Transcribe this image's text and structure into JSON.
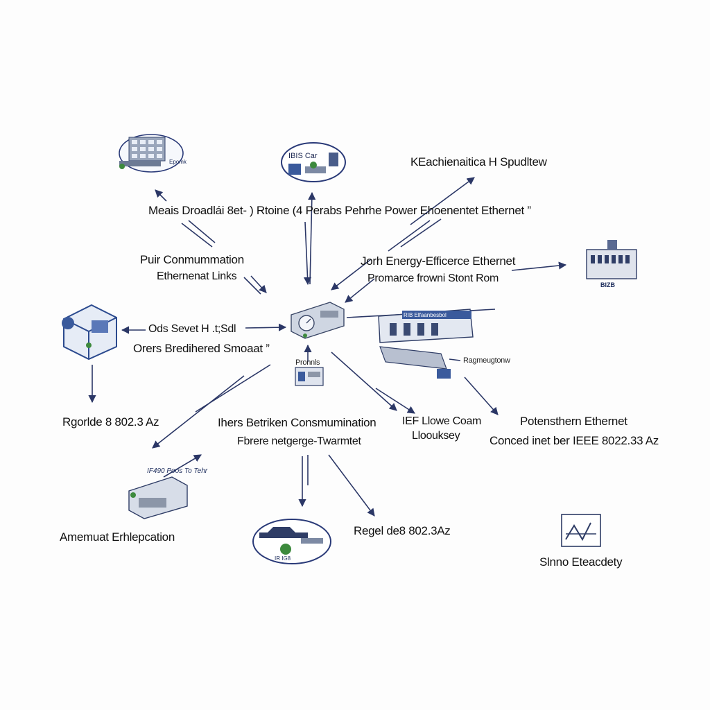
{
  "labels": {
    "top_caption": "Meais Droadlái 8et- ) Rtoine (4 Perabs Pehrhe Power Ehoenentet Ethernet ”",
    "top_right": "KEachienaitica H Spudltew",
    "pair_line1": "Puir Conmummation",
    "pair_line2": "Ethernenat Links",
    "energy_line1": "Jorh Energy-Efficerce Ethernet",
    "energy_line2": "Promarce frowni Stont Rom",
    "odds_line1": "Ods Sevet H .t;Sdl",
    "odds_line2": "Orers Bredihered Smoaat ”",
    "center_small": "Pronnls",
    "right_small": "Ragmeugtonw",
    "left_mid": "Rgorlde 8 802.3 Az",
    "center_mid_line1": "Ihers Betriken Consmumination",
    "center_mid_line2": "Fbrere netgerge-Twarmtet",
    "ief_line1": "IEF Llowe Coam",
    "ief_line2": "Lloouksey",
    "pot_line1": "Potensthern Ethernet",
    "pot_line2": "Conced inet ber IEEE 8022.33 Az",
    "bottom_left": "Amemuat Erhlepcation",
    "bottom_center": "Regel de8 802.3Az",
    "bottom_right": "Slnno Eteacdety"
  },
  "icon_text": {
    "top_left_ellipse": "Epomk",
    "top_center_ellipse": "IBIS Car",
    "right_building": "BIZB",
    "right_factory_sign": "RIB Elfaanbesbol",
    "bottom_left_sign": "IF490 Poos To Tehr",
    "bottom_center_ellipse": "IR IG8"
  },
  "colors": {
    "arrow": "#2b3766",
    "icon_blue": "#3a5a9c",
    "icon_grey": "#8c96a8"
  }
}
